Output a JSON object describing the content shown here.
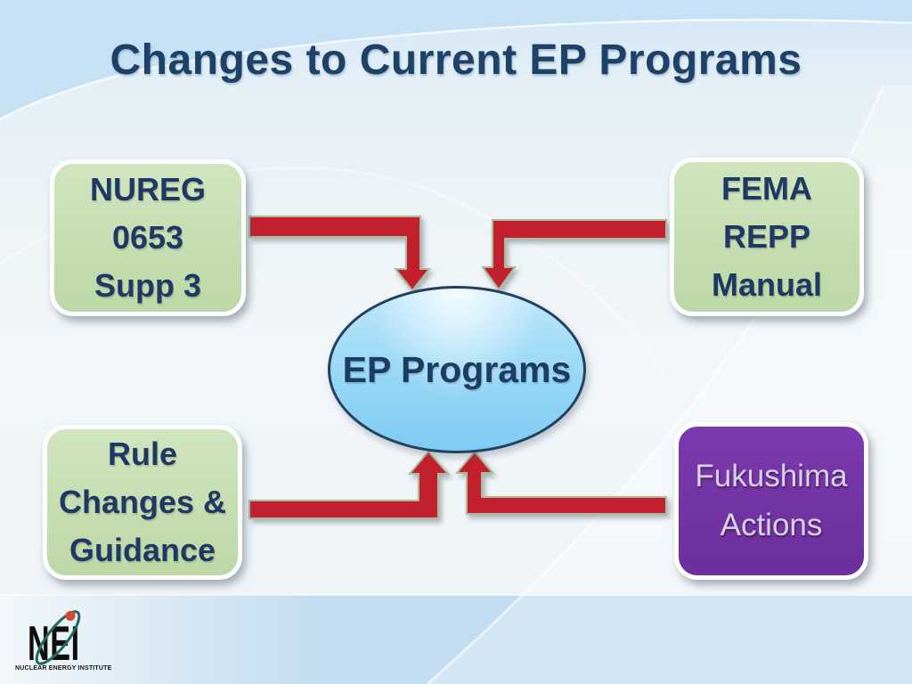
{
  "slide": {
    "title": "Changes to Current EP Programs",
    "background": {
      "top_band": "#c6e1f4",
      "middle": "#f1f6f9",
      "bottom_band": "#c2dcf0"
    }
  },
  "diagram": {
    "center_node": {
      "label": "EP Programs",
      "fill_top": "#bfe7fa",
      "fill_bottom": "#7ecbf2",
      "border": "#24405f",
      "text_color": "#1d3c63"
    },
    "nodes": {
      "nureg": {
        "lines": [
          "NUREG",
          "0653",
          "Supp 3"
        ],
        "fill": "#c6ddb1",
        "text_color": "#1f3864"
      },
      "fema": {
        "lines": [
          "FEMA",
          "REPP",
          "Manual"
        ],
        "fill": "#c6ddb1",
        "text_color": "#1f3864"
      },
      "rule": {
        "lines": [
          "Rule",
          "Changes &",
          "Guidance"
        ],
        "fill": "#c6ddb1",
        "text_color": "#1f3864"
      },
      "fukushima": {
        "lines": [
          "Fukushima",
          "Actions"
        ],
        "fill": "#7030a0",
        "text_color": "#d9d2e6"
      }
    },
    "arrow_color": "#c2202e",
    "arrow_outline": "#a9bc97"
  },
  "footer": {
    "logo_text": "NEI",
    "logo_tagline": "NUCLEAR ENERGY INSTITUTE",
    "logo_orbit_color": "#23685e",
    "logo_dot_color": "#d04a2b"
  }
}
